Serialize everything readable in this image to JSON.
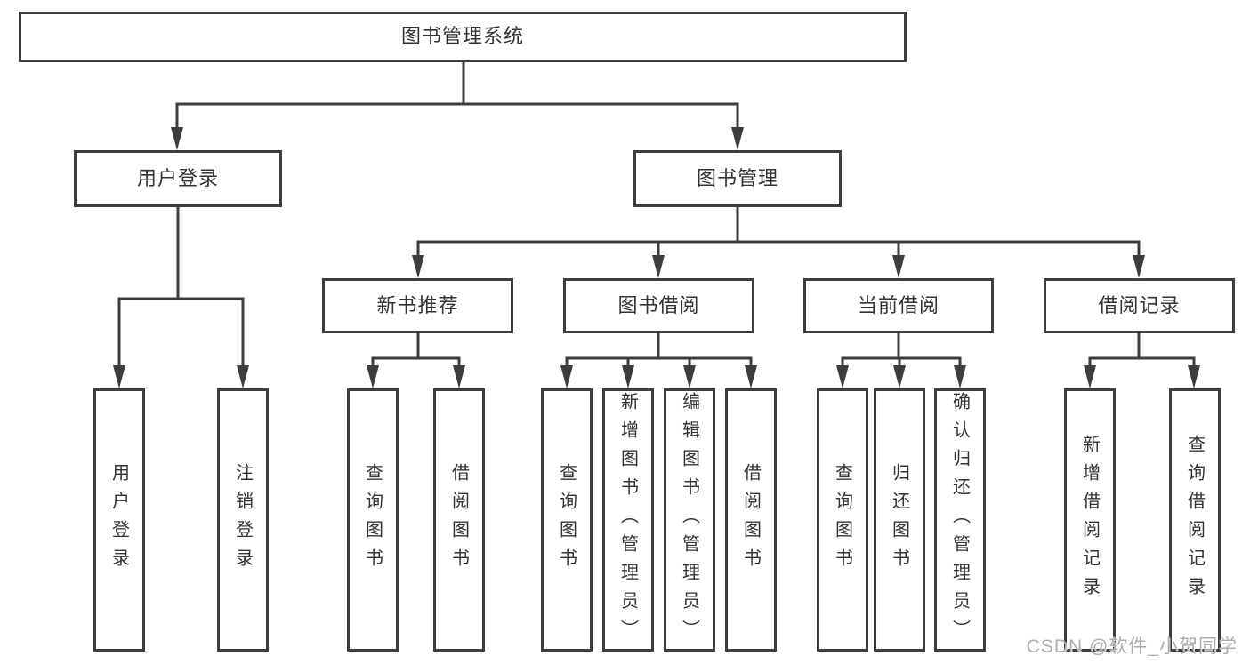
{
  "tree": {
    "label": "图书管理系统",
    "children": [
      {
        "label": "用户登录",
        "children": [
          {
            "label": "用户登录"
          },
          {
            "label": "注销登录"
          }
        ]
      },
      {
        "label": "图书管理",
        "children": [
          {
            "label": "新书推荐",
            "children": [
              {
                "label": "查询图书"
              },
              {
                "label": "借阅图书"
              }
            ]
          },
          {
            "label": "图书借阅",
            "children": [
              {
                "label": "查询图书"
              },
              {
                "label": "新增图书（管理员）"
              },
              {
                "label": "编辑图书（管理员）"
              },
              {
                "label": "借阅图书"
              }
            ]
          },
          {
            "label": "当前借阅",
            "children": [
              {
                "label": "查询图书"
              },
              {
                "label": "归还图书"
              },
              {
                "label": "确认归还（管理员）"
              }
            ]
          },
          {
            "label": "借阅记录",
            "children": [
              {
                "label": "新增借阅记录"
              },
              {
                "label": "查询借阅记录"
              }
            ]
          }
        ]
      }
    ]
  },
  "watermark": {
    "text": "CSDN @软件_小贺同学",
    "color": "#aeaeae"
  },
  "colors": {
    "stroke": "#3d3d3d",
    "text": "#333333",
    "background": "#ffffff"
  }
}
